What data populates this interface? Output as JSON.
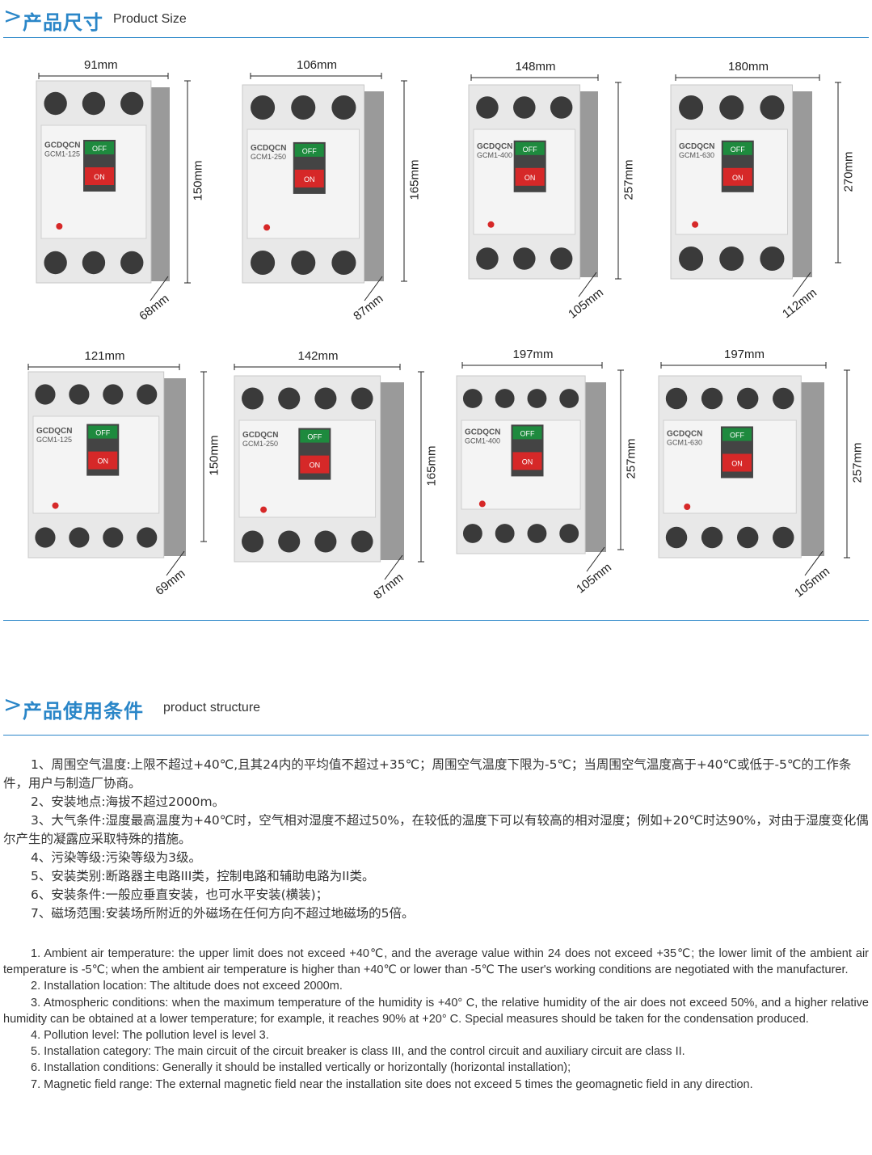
{
  "size_section": {
    "title_zh": "产品尺寸",
    "title_en": "Product Size"
  },
  "use_section": {
    "title_zh": "产品使用条件",
    "title_en": "product structure"
  },
  "products": [
    {
      "width": "91mm",
      "height": "150mm",
      "depth": "68mm",
      "brand": "GCDQCN",
      "model": "GCM1-125",
      "off": "OFF",
      "on": "ON",
      "poles": 3
    },
    {
      "width": "106mm",
      "height": "165mm",
      "depth": "87mm",
      "brand": "GCDQCN",
      "model": "GCM1-250",
      "off": "OFF",
      "on": "ON",
      "poles": 3
    },
    {
      "width": "148mm",
      "height": "257mm",
      "depth": "105mm",
      "brand": "GCDQCN",
      "model": "GCM1-400",
      "off": "OFF",
      "on": "ON",
      "poles": 3
    },
    {
      "width": "180mm",
      "height": "270mm",
      "depth": "112mm",
      "brand": "GCDQCN",
      "model": "GCM1-630",
      "off": "OFF",
      "on": "ON",
      "poles": 3
    },
    {
      "width": "121mm",
      "height": "150mm",
      "depth": "69mm",
      "brand": "GCDQCN",
      "model": "GCM1-125",
      "off": "OFF",
      "on": "ON",
      "poles": 4
    },
    {
      "width": "142mm",
      "height": "165mm",
      "depth": "87mm",
      "brand": "GCDQCN",
      "model": "GCM1-250",
      "off": "OFF",
      "on": "ON",
      "poles": 4
    },
    {
      "width": "197mm",
      "height": "257mm",
      "depth": "105mm",
      "brand": "GCDQCN",
      "model": "GCM1-400",
      "off": "OFF",
      "on": "ON",
      "poles": 4
    },
    {
      "width": "197mm",
      "height": "257mm",
      "depth": "105mm",
      "brand": "GCDQCN",
      "model": "GCM1-630",
      "off": "OFF",
      "on": "ON",
      "poles": 4
    }
  ],
  "conditions_zh": [
    "1、周围空气温度:上限不超过+40℃,且其24内的平均值不超过+35℃；周围空气温度下限为-5℃；当周围空气温度高于+40℃或低于-5℃的工作条件，用户与制造厂协商。",
    "2、安装地点:海拔不超过2000m。",
    "3、大气条件:湿度最高温度为+40℃时，空气相对湿度不超过50%，在较低的温度下可以有较高的相对湿度；例如+20℃时达90%，对由于湿度变化偶尔产生的凝露应采取特殊的措施。",
    "4、污染等级:污染等级为3级。",
    "5、安装类别:断路器主电路III类，控制电路和辅助电路为II类。",
    "6、安装条件:一般应垂直安装，也可水平安装(横装)；",
    "7、磁场范围:安装场所附近的外磁场在任何方向不超过地磁场的5倍。"
  ],
  "conditions_en": [
    "1. Ambient air temperature: the upper limit does not exceed +40℃, and the average value within 24 does not exceed +35℃; the lower limit of the ambient air temperature is -5℃; when the ambient air temperature is higher than +40℃ or lower than -5℃ The user's working conditions are negotiated with the manufacturer.",
    "2. Installation location: The altitude does not exceed 2000m.",
    "3. Atmospheric conditions: when the maximum temperature of the humidity is +40° C, the relative humidity of the air does not exceed 50%, and a higher relative humidity can be obtained at a lower temperature; for example, it reaches 90% at +20° C. Special measures should be taken for the condensation produced.",
    "4. Pollution level: The pollution level is level 3.",
    "5. Installation category: The main circuit of the circuit breaker is class III, and the control circuit and auxiliary circuit are class II.",
    "6. Installation conditions: Generally it should be installed vertically or horizontally (horizontal installation);",
    "7. Magnetic field range: The external magnetic field near the installation site does not exceed 5 times the geomagnetic field in any direction."
  ],
  "colors": {
    "accent": "#2a86c8",
    "body": "#e8e8e8",
    "side": "#9a9a9a",
    "off": "#1e8a3e",
    "on": "#d62828"
  }
}
